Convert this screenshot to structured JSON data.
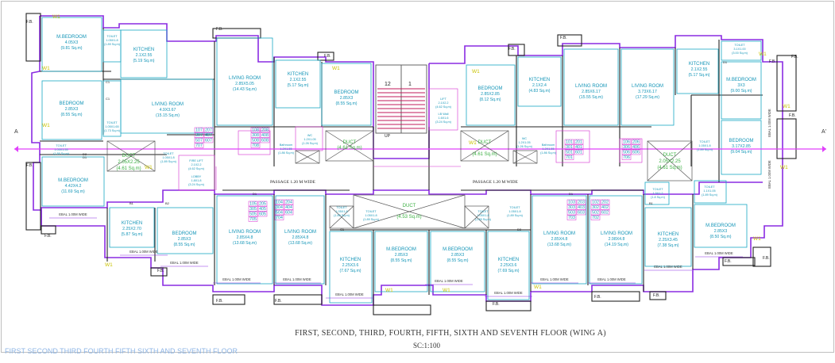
{
  "title": "FIRST, SECOND, THIRD, FOURTH, FIFTH, SIXTH AND SEVENTH FLOOR (WING A)",
  "scale": "SC:1:100",
  "footer_label": "FIRST SECOND THIRD FOURTH FIFTH SIXTH AND SEVENTH FLOOR",
  "section_marks": {
    "left": "A",
    "right": "A'"
  },
  "passage_label": "PASSAGE 1.20 M WIDE",
  "fb": "F.B.",
  "window": "W1",
  "ebal": "EBAL 1.00M WIDE",
  "ebal_vertical": "EBAL 1.00M WIDE",
  "up": "UP",
  "stair_numbers": [
    "12",
    "1"
  ],
  "lift": {
    "name": "LIFT",
    "size": "2.1X2.2",
    "area": "(4.62 Sq.m)"
  },
  "lb_wall": {
    "name": "LB Wall",
    "size": "1.6X1.6",
    "area": "(3.24 Sq.m)"
  },
  "rooms": [
    {
      "name": "M.BEDROOM",
      "size": "4.05X3",
      "area": "(9.81 Sq.m)"
    },
    {
      "name": "KITCHEN",
      "size": "2.1X2.55",
      "area": "(5.19 Sq.m)"
    },
    {
      "name": "BEDROOM",
      "size": "2.85X3",
      "area": "(8.55 Sq.m)"
    },
    {
      "name": "LIVING ROOM",
      "size": "4.9X3.67",
      "area": "(15.15 Sq.m)"
    },
    {
      "name": "LIVING ROOM",
      "size": "2.85X5.05",
      "area": "(14.43 Sq.m)"
    },
    {
      "name": "KITCHEN",
      "size": "2.1X2.55",
      "area": "(5.17 Sq.m)"
    },
    {
      "name": "BEDROOM",
      "size": "2.85X3",
      "area": "(8.55 Sq.m)"
    },
    {
      "name": "BEDROOM",
      "size": "2.85X2.85",
      "area": "(8.12 Sq.m)"
    },
    {
      "name": "KITCHEN",
      "size": "2.1X2.4",
      "area": "(4.83 Sq.m)"
    },
    {
      "name": "LIVING ROOM",
      "size": "2.85X6.17",
      "area": "(15.55 Sq.m)"
    },
    {
      "name": "LIVING ROOM",
      "size": "3.73X6.17",
      "area": "(17.29 Sq.m)"
    },
    {
      "name": "KITCHEN",
      "size": "2.1X2.55",
      "area": "(5.17 Sq.m)"
    },
    {
      "name": "M.BEDROOM",
      "size": "3X3",
      "area": "(9.00 Sq.m)"
    },
    {
      "name": "BEDROOM",
      "size": "3.17X2.85",
      "area": "(9.04 Sq.m)"
    },
    {
      "name": "M.BEDROOM",
      "size": "4.42X4.2",
      "area": "(11.69 Sq.m)"
    },
    {
      "name": "KITCHEN",
      "size": "2.25X2.70",
      "area": "(5.87 Sq.m)"
    },
    {
      "name": "BEDROOM",
      "size": "2.85X3",
      "area": "(8.55 Sq.m)"
    },
    {
      "name": "LIVING ROOM",
      "size": "2.85X4.8",
      "area": "(13.68 Sq.m)"
    },
    {
      "name": "LIVING ROOM",
      "size": "2.85X4.8",
      "area": "(13.68 Sq.m)"
    },
    {
      "name": "KITCHEN",
      "size": "2.25X3.6",
      "area": "(7.67 Sq.m)"
    },
    {
      "name": "M.BEDROOM",
      "size": "2.85X3",
      "area": "(8.55 Sq.m)"
    },
    {
      "name": "M.BEDROOM",
      "size": "2.85X3",
      "area": "(8.55 Sq.m)"
    },
    {
      "name": "KITCHEN",
      "size": "2.25X3.6",
      "area": "(7.69 Sq.m)"
    },
    {
      "name": "LIVING ROOM",
      "size": "2.85X4.8",
      "area": "(13.68 Sq.m)"
    },
    {
      "name": "LIVING ROOM",
      "size": "2.98X4.8",
      "area": "(14.19 Sq.m)"
    },
    {
      "name": "KITCHEN",
      "size": "2.25X3.45",
      "area": "(7.38 Sq.m)"
    },
    {
      "name": "M.BEDROOM",
      "size": "2.85X3",
      "area": "(8.50 Sq.m)"
    }
  ],
  "toilets": [
    {
      "name": "TOILET",
      "size": "1.05X1.8",
      "area": "(1.89 Sq.m)"
    },
    {
      "name": "TOILET",
      "size": "1.05X1.65",
      "area": "(1.73 Sq.m)"
    },
    {
      "name": "TOILET",
      "size": "1.05X1.55",
      "area": "(1.89 Sq.m)"
    },
    {
      "name": "TOILET",
      "size": "1.05X1.8",
      "area": "(1.89 Sq.m)"
    },
    {
      "name": "TOILET",
      "size": "3.1X1.00",
      "area": "(3.00 Sq.m)"
    },
    {
      "name": "TOILET",
      "size": "1.05X1.8",
      "area": "(1.89 Sq.m)"
    },
    {
      "name": "TOILET",
      "size": "1.5X1.2",
      "area": "(1.8 Sq.m)"
    },
    {
      "name": "TOILET",
      "size": "1.1X1.05",
      "area": "(1.89 Sq.m)"
    },
    {
      "name": "TOILET",
      "size": "1.05X1.8",
      "area": "(1.89 Sq.m)"
    },
    {
      "name": "TOILET",
      "size": "1.05X1.8",
      "area": "(1.89 Sq.m)"
    },
    {
      "name": "TOILET",
      "size": "1.05X1.8",
      "area": "(1.89 Sq.m)"
    },
    {
      "name": "TOILET",
      "size": "1.05X1.8",
      "area": "(1.89 Sq.m)"
    }
  ],
  "wc": {
    "name": "WC",
    "size": "1.2X1.05",
    "area": "(1.26 Sq.m)"
  },
  "bathroom": {
    "name": "Bathroom",
    "size": "1.2X1.55",
    "area": "(1.86 Sq.m)"
  },
  "duct": {
    "name": "DUCT",
    "size": "2.05X2.25",
    "area": "(4.61 Sq.m)"
  },
  "duct_mid": {
    "name": "DUCT",
    "area": "(4.53 Sq.m)"
  },
  "fire_lift": {
    "name": "FIRE LIFT",
    "size": "2.1X2.2",
    "area": "(4.62 Sq.m)"
  },
  "lobby": {
    "name": "LOBBY",
    "size": "1.8X1.8",
    "area": "(3.24 Sq.m)"
  },
  "flat_numbers": [
    [
      "107",
      "207"
    ],
    [
      "307",
      "407"
    ],
    [
      "507",
      "607"
    ],
    [
      "707"
    ],
    [
      "108",
      "208"
    ],
    [
      "308",
      "408"
    ],
    [
      "508",
      "608"
    ],
    [
      "708"
    ],
    [
      "101",
      "201"
    ],
    [
      "301",
      "401"
    ],
    [
      "501",
      "601"
    ],
    [
      "701"
    ],
    [
      "106",
      "206"
    ],
    [
      "306",
      "406"
    ],
    [
      "506",
      "606"
    ],
    [
      "706"
    ],
    [
      "105",
      "205"
    ],
    [
      "305",
      "405"
    ],
    [
      "505",
      "605"
    ],
    [
      "705"
    ],
    [
      "104",
      "204"
    ],
    [
      "304",
      "404"
    ],
    [
      "504",
      "604"
    ],
    [
      "704"
    ],
    [
      "103",
      "203"
    ],
    [
      "303",
      "403"
    ],
    [
      "503",
      "603"
    ],
    [
      "703"
    ],
    [
      "102",
      "202"
    ],
    [
      "302",
      "402"
    ],
    [
      "502",
      "602"
    ],
    [
      "702"
    ]
  ],
  "grid_marks": [
    "D1",
    "C1",
    "C1",
    "D2",
    "B1",
    "B2",
    "D1",
    "D1",
    "D2",
    "C1",
    "D1",
    "B1"
  ],
  "colors": {
    "wall": "#222222",
    "outline": "#8a2be2",
    "room_outline": "#1aa7c4",
    "section": "#e040fb",
    "flat_no": "#d62dd0",
    "window": "#c9c200",
    "duct": "#3cb043",
    "stair": "#c2185b",
    "title": "#333333",
    "footer": "#8fb6e6"
  }
}
